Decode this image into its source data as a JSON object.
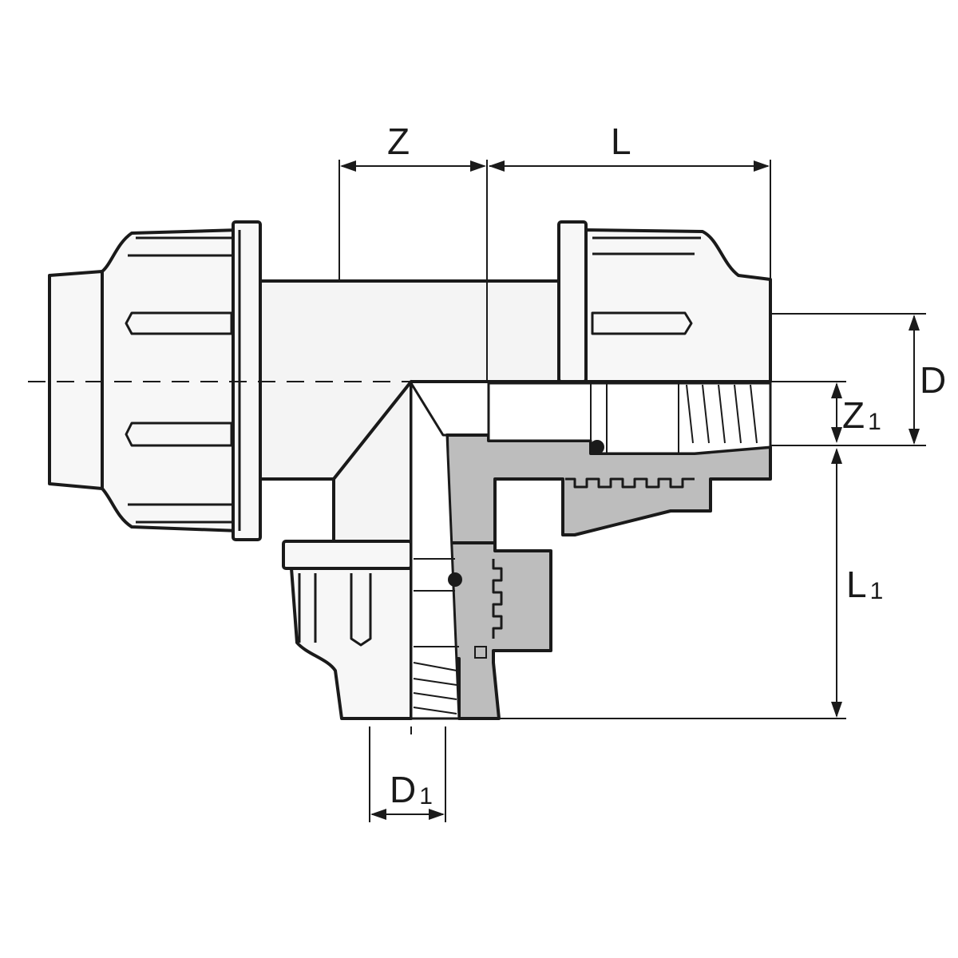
{
  "diagram": {
    "labels": {
      "z": "Z",
      "l": "L",
      "d": "D",
      "z1_main": "Z",
      "z1_sub": "1",
      "l1_main": "L",
      "l1_sub": "1",
      "d1_main": "D",
      "d1_sub": "1"
    },
    "colors": {
      "line": "#1a1a1a",
      "body_fill": "#f4f4f4",
      "section_fill": "#bdbdbd",
      "background": "#ffffff"
    }
  }
}
